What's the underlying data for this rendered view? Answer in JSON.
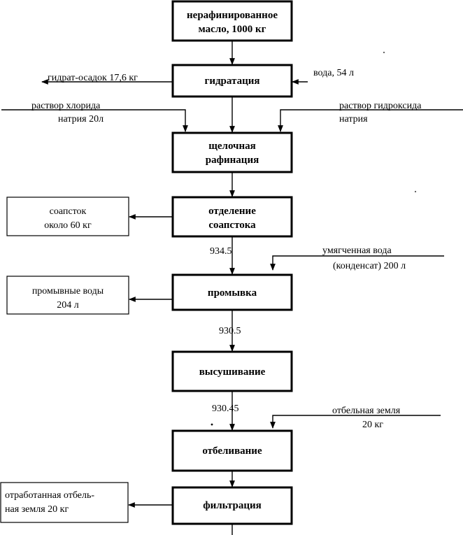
{
  "process_steps": {
    "crude_oil": {
      "line1": "нерафинированное",
      "line2": "масло,  1000 кг"
    },
    "hydration": {
      "label": "гидратация"
    },
    "alkaline_refining": {
      "line1": "щелочная",
      "line2": "рафинация"
    },
    "soapstock_separation": {
      "line1": "отделение",
      "line2": "соапстока"
    },
    "washing": {
      "label": "промывка"
    },
    "drying": {
      "label": "высушивание"
    },
    "bleaching": {
      "label": "отбеливание"
    },
    "filtration": {
      "label": "фильтрация"
    }
  },
  "inputs": {
    "water": "вода,  54 л",
    "sodium_chloride": {
      "line1": "раствор хлорида",
      "line2": "натрия 20л"
    },
    "sodium_hydroxide": {
      "line1": "раствор гидроксида",
      "line2": "натрия"
    },
    "softened_water": {
      "line1": "умягченная вода",
      "line2": "(конденсат) 200 л"
    },
    "bleaching_earth": {
      "line1": "отбельная земля",
      "line2": "20 кг"
    }
  },
  "outputs": {
    "hydrate_sediment": "гидрат-осадок 17,6 кг",
    "soapstock": {
      "line1": "соапсток",
      "line2": "около  60 кг"
    },
    "wash_water": {
      "line1": "промывные воды",
      "line2": "204 л"
    },
    "spent_earth": {
      "line1": "отработанная  отбель-",
      "line2": "ная земля  20 кг"
    }
  },
  "flow_values": {
    "after_soapstock": "934.5",
    "after_washing": "930.5",
    "after_drying": "930.45"
  }
}
